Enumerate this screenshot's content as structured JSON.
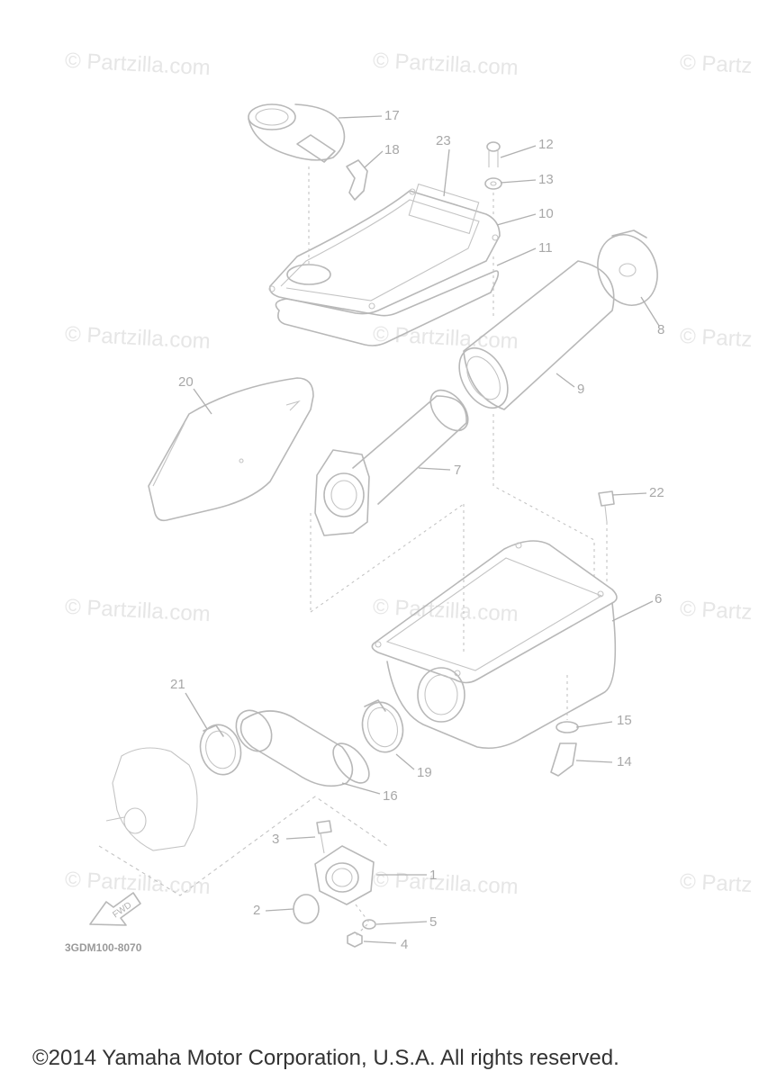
{
  "watermark": "© Partzilla.com",
  "watermark_partial": "© Partz",
  "diagram_code": "3GDM100-8070",
  "fwd_label": "FWD",
  "copyright": "©2014 Yamaha Motor Corporation, U.S.A. All rights reserved.",
  "callouts": {
    "p1": "1",
    "p2": "2",
    "p3": "3",
    "p4": "4",
    "p5": "5",
    "p6": "6",
    "p7": "7",
    "p8": "8",
    "p9": "9",
    "p10": "10",
    "p11": "11",
    "p12": "12",
    "p13": "13",
    "p14": "14",
    "p15": "15",
    "p16": "16",
    "p17": "17",
    "p18": "18",
    "p19": "19",
    "p20": "20",
    "p21": "21",
    "p22": "22",
    "p23": "23"
  }
}
